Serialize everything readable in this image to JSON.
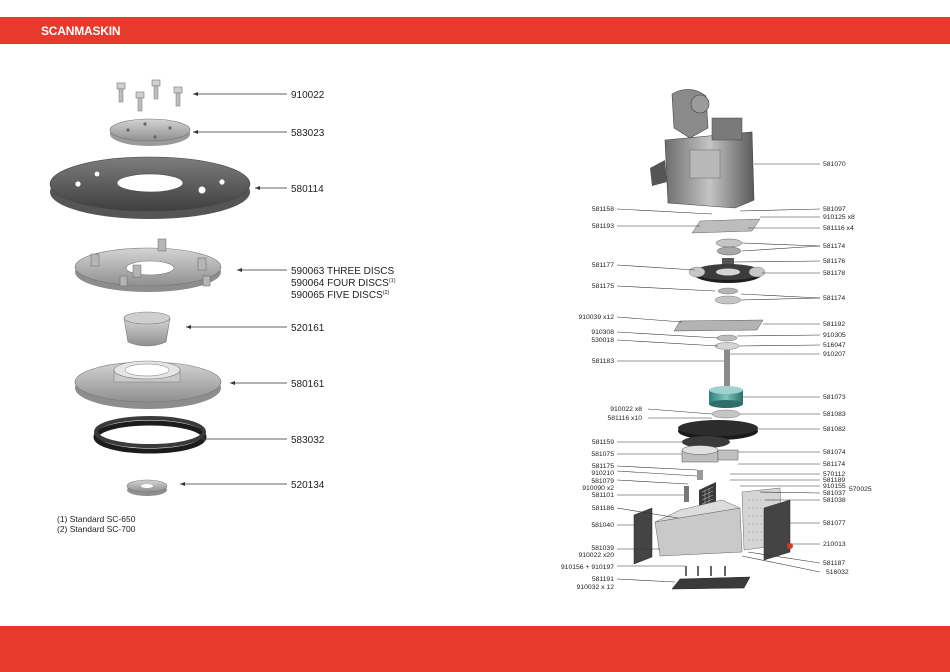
{
  "brand": "SCANMASKIN",
  "left_parts": [
    {
      "label": "910022"
    },
    {
      "label": "583023"
    },
    {
      "label": "580114"
    },
    {
      "label": "590063 THREE DISCS"
    },
    {
      "label": "590064 FOUR DISCS",
      "sup": "(1)"
    },
    {
      "label": "590065 FIVE DISCS",
      "sup": "(2)"
    },
    {
      "label": "520161"
    },
    {
      "label": "580161"
    },
    {
      "label": "583032"
    },
    {
      "label": "520134"
    }
  ],
  "notes": [
    "(1) Standard SC-650",
    "(2) Standard SC-700"
  ],
  "right_labels_left": [
    "581158",
    "581193",
    "581177",
    "581175",
    "910039 x12",
    "910308",
    "530018",
    "581183",
    "910022 x8",
    "581116 x10",
    "581159",
    "581075",
    "581175",
    "910210",
    "581079",
    "910090 x2",
    "581101",
    "581186",
    "581040",
    "581039",
    "910022 x20",
    "910156 + 910197",
    "581191",
    "910032 x 12"
  ],
  "right_labels_right": [
    "581070",
    "581097",
    "910125 x8",
    "581116 x4",
    "581174",
    "581176",
    "581178",
    "581174",
    "581192",
    "910305",
    "516047",
    "910207",
    "581073",
    "581083",
    "581082",
    "581074",
    "581174",
    "570112",
    "581189",
    "910155",
    "570025",
    "581037",
    "581038",
    "581077",
    "210013",
    "581187",
    "516032"
  ]
}
